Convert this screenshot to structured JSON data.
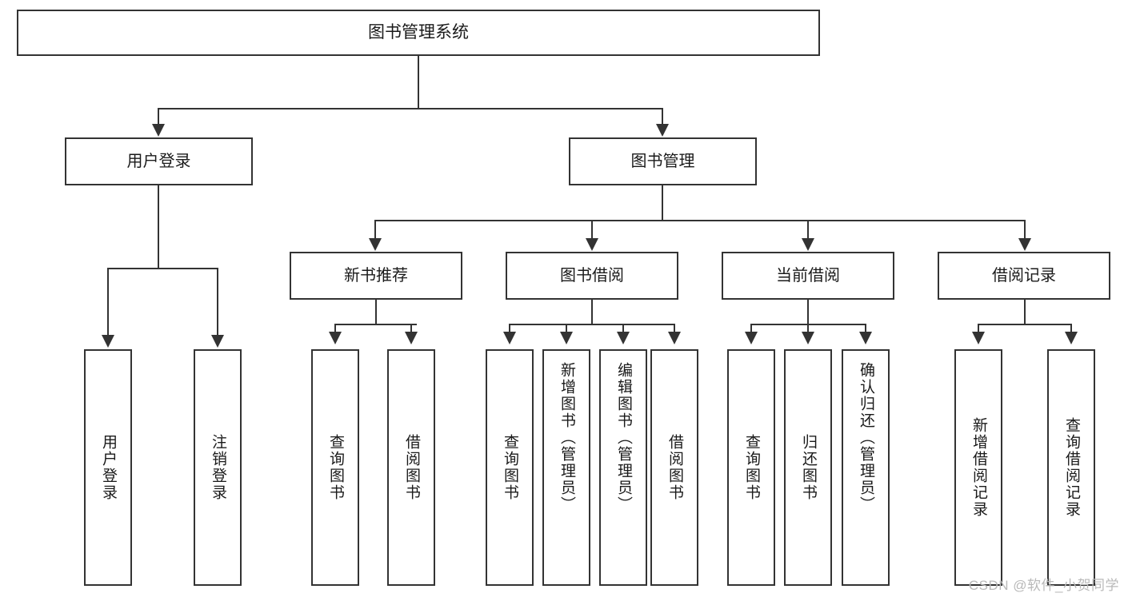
{
  "diagram": {
    "title": "图书管理系统",
    "type": "tree-hierarchy",
    "root": {
      "label": "图书管理系统"
    },
    "level1": [
      {
        "label": "用户登录"
      },
      {
        "label": "图书管理"
      }
    ],
    "level2": [
      {
        "label": "新书推荐"
      },
      {
        "label": "图书借阅"
      },
      {
        "label": "当前借阅"
      },
      {
        "label": "借阅记录"
      }
    ],
    "leaves": {
      "user_login": [
        {
          "label": "用户登录"
        },
        {
          "label": "注销登录"
        }
      ],
      "new_book_recommend": [
        {
          "label": "查询图书"
        },
        {
          "label": "借阅图书"
        }
      ],
      "book_borrow": [
        {
          "label": "查询图书"
        },
        {
          "label": "新增图书（管理员）"
        },
        {
          "label": "编辑图书（管理员）"
        },
        {
          "label": "借阅图书"
        }
      ],
      "current_borrow": [
        {
          "label": "查询图书"
        },
        {
          "label": "归还图书"
        },
        {
          "label": "确认归还（管理员）"
        }
      ],
      "borrow_record": [
        {
          "label": "新增借阅记录"
        },
        {
          "label": "查询借阅记录"
        }
      ]
    }
  },
  "watermark": {
    "text": "CSDN @软件_小贺同学"
  },
  "colors": {
    "stroke": "#333333",
    "text": "#1a1a1a",
    "background": "#ffffff",
    "watermark": "#b9b9b9"
  }
}
